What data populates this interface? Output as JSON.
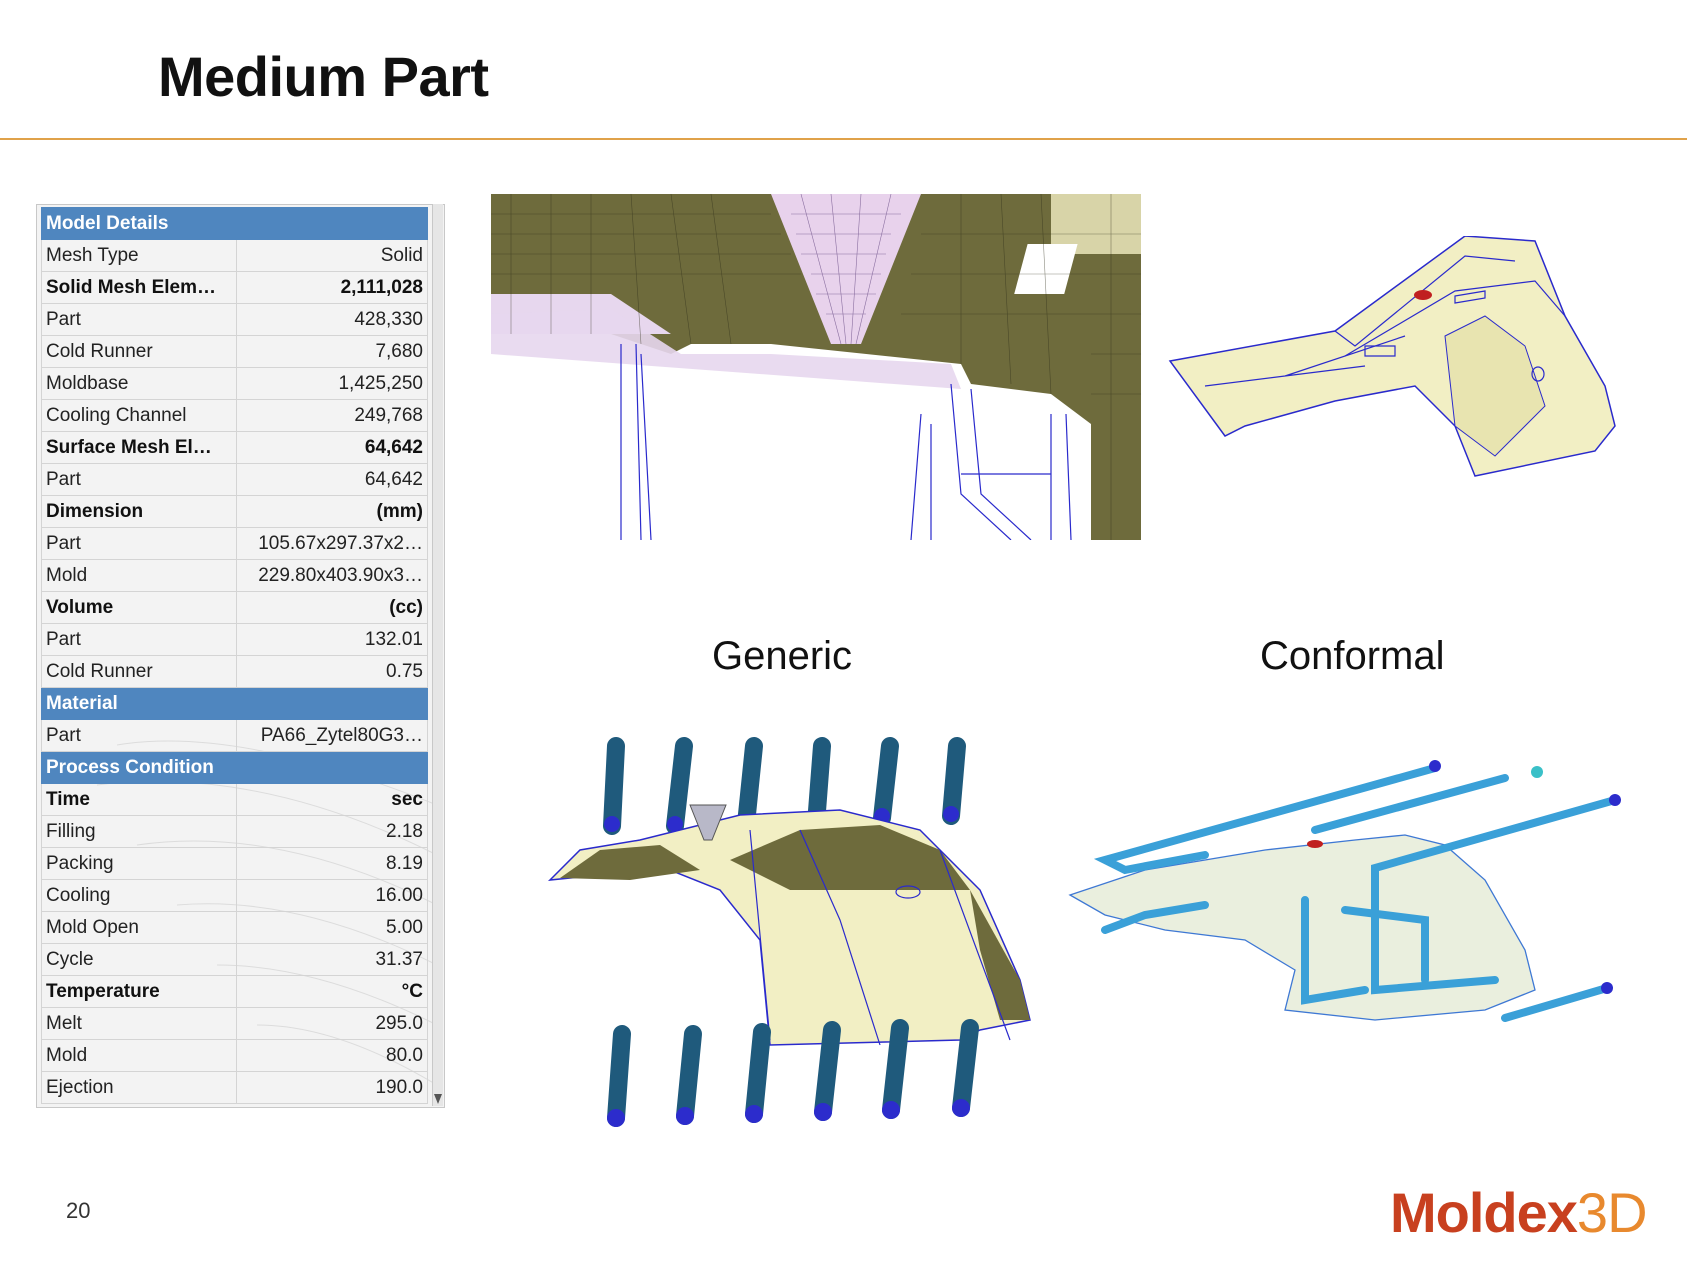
{
  "slide": {
    "title": "Medium Part",
    "page_number": "20",
    "logo": {
      "word": "Moldex",
      "suffix": "3D"
    },
    "captions": {
      "generic": "Generic",
      "conformal": "Conformal"
    }
  },
  "properties": [
    {
      "key": "Model Details",
      "value": "",
      "style": "header"
    },
    {
      "key": "Mesh Type",
      "value": "Solid",
      "style": "normal"
    },
    {
      "key": "Solid  Mesh Elem…",
      "value": "2,111,028",
      "style": "bold"
    },
    {
      "key": "Part",
      "value": "428,330",
      "style": "normal"
    },
    {
      "key": "Cold Runner",
      "value": "7,680",
      "style": "normal"
    },
    {
      "key": "Moldbase",
      "value": "1,425,250",
      "style": "normal"
    },
    {
      "key": "Cooling Channel",
      "value": "249,768",
      "style": "normal"
    },
    {
      "key": "Surface  Mesh El…",
      "value": "64,642",
      "style": "bold"
    },
    {
      "key": "Part",
      "value": "64,642",
      "style": "normal"
    },
    {
      "key": "Dimension",
      "value": "(mm)",
      "style": "bold"
    },
    {
      "key": "Part",
      "value": "105.67x297.37x2…",
      "style": "normal"
    },
    {
      "key": "Mold",
      "value": "229.80x403.90x3…",
      "style": "normal"
    },
    {
      "key": "Volume",
      "value": "(cc)",
      "style": "bold"
    },
    {
      "key": "Part",
      "value": "132.01",
      "style": "normal"
    },
    {
      "key": "Cold Runner",
      "value": "0.75",
      "style": "normal"
    },
    {
      "key": "Material",
      "value": "",
      "style": "header"
    },
    {
      "key": "Part",
      "value": "PA66_Zytel80G3…",
      "style": "normal"
    },
    {
      "key": "Process Condition",
      "value": "",
      "style": "header"
    },
    {
      "key": "Time",
      "value": "sec",
      "style": "bold"
    },
    {
      "key": "Filling",
      "value": "2.18",
      "style": "normal"
    },
    {
      "key": "Packing",
      "value": "8.19",
      "style": "normal"
    },
    {
      "key": "Cooling",
      "value": "16.00",
      "style": "normal"
    },
    {
      "key": "Mold Open",
      "value": "5.00",
      "style": "normal"
    },
    {
      "key": "Cycle",
      "value": "31.37",
      "style": "normal"
    },
    {
      "key": "Temperature",
      "value": "°C",
      "style": "bold"
    },
    {
      "key": "Melt",
      "value": "295.0",
      "style": "normal"
    },
    {
      "key": "Mold",
      "value": "80.0",
      "style": "normal"
    },
    {
      "key": "Ejection",
      "value": "190.0",
      "style": "normal"
    }
  ],
  "colors": {
    "accent_rule": "#e0a24a",
    "header_bg": "#4f86bf",
    "part_yellow": "#f2efc4",
    "mesh_olive": "#6e6b3c",
    "channel_blue": "#1f5a7c"
  },
  "images": [
    {
      "name": "mesh-closeup-image"
    },
    {
      "name": "part-3d-view-image"
    },
    {
      "name": "generic-cooling-image"
    },
    {
      "name": "conformal-cooling-image"
    }
  ]
}
